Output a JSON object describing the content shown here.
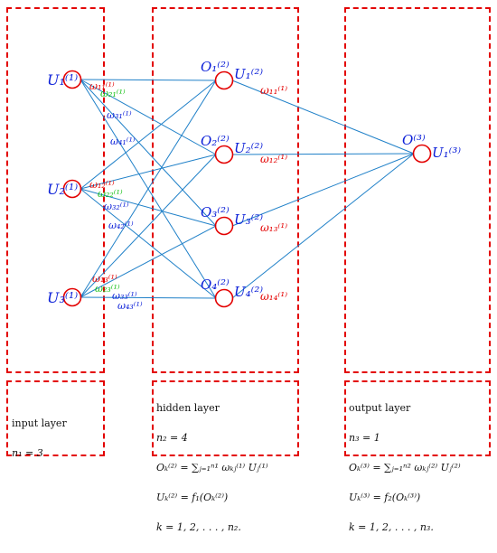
{
  "colors": {
    "frame": "#e30000",
    "edge": "#1f80c8",
    "node": "#e30000",
    "label_blue": "#0b1fd8",
    "label_red": "#e30000",
    "label_green": "#16c016",
    "text": "#111111"
  },
  "layers": {
    "input": {
      "caption": "input layer",
      "count": "n₁ = 3",
      "nodes": [
        "U₁⁽¹⁾",
        "U₂⁽¹⁾",
        "U₃⁽¹⁾"
      ]
    },
    "hidden": {
      "caption": "hidden layer",
      "count": "n₂ = 4",
      "formula1": "Oₖ⁽²⁾ = ∑ⱼ₌₁ⁿ¹ ωₖⱼ⁽¹⁾ Uⱼ⁽¹⁾",
      "formula2": "Uₖ⁽²⁾ = f₁(Oₖ⁽²⁾)",
      "range": "k = 1, 2, . . . , n₂.",
      "o_labels": [
        "O₁⁽²⁾",
        "O₂⁽²⁾",
        "O₃⁽²⁾",
        "O₄⁽²⁾"
      ],
      "u_labels": [
        "U₁⁽²⁾",
        "U₂⁽²⁾",
        "U₃⁽²⁾",
        "U₄⁽²⁾"
      ]
    },
    "output": {
      "caption": "output layer",
      "count": "n₃ = 1",
      "formula1": "Oₖ⁽³⁾ = ∑ⱼ₌₁ⁿ² ωₖⱼ⁽²⁾ Uⱼ⁽²⁾",
      "formula2": "Uₖ⁽³⁾ = f₂(Oₖ⁽³⁾)",
      "range": "k = 1, 2, . . . , n₃.",
      "o_label": "O⁽³⁾",
      "u_label": "U₁⁽³⁾"
    }
  },
  "weights_input_hidden": [
    {
      "label": "ω₁₁⁽¹⁾",
      "color": "red"
    },
    {
      "label": "ω₂₁⁽¹⁾",
      "color": "green"
    },
    {
      "label": "ω₃₁⁽¹⁾",
      "color": "blue"
    },
    {
      "label": "ω₄₁⁽¹⁾",
      "color": "blue"
    },
    {
      "label": "ω₁₂⁽¹⁾",
      "color": "red"
    },
    {
      "label": "ω₂₂⁽¹⁾",
      "color": "green"
    },
    {
      "label": "ω₃₂⁽¹⁾",
      "color": "blue"
    },
    {
      "label": "ω₄₂⁽¹⁾",
      "color": "blue"
    },
    {
      "label": "ω₁₃⁽¹⁾",
      "color": "red"
    },
    {
      "label": "ω₂₃⁽¹⁾",
      "color": "green"
    },
    {
      "label": "ω₃₃⁽¹⁾",
      "color": "blue"
    },
    {
      "label": "ω₄₃⁽¹⁾",
      "color": "blue"
    }
  ],
  "weights_hidden_output": [
    {
      "label": "ω₁₁⁽¹⁾",
      "color": "red"
    },
    {
      "label": "ω₁₂⁽¹⁾",
      "color": "red"
    },
    {
      "label": "ω₁₃⁽¹⁾",
      "color": "red"
    },
    {
      "label": "ω₁₄⁽¹⁾",
      "color": "red"
    }
  ]
}
